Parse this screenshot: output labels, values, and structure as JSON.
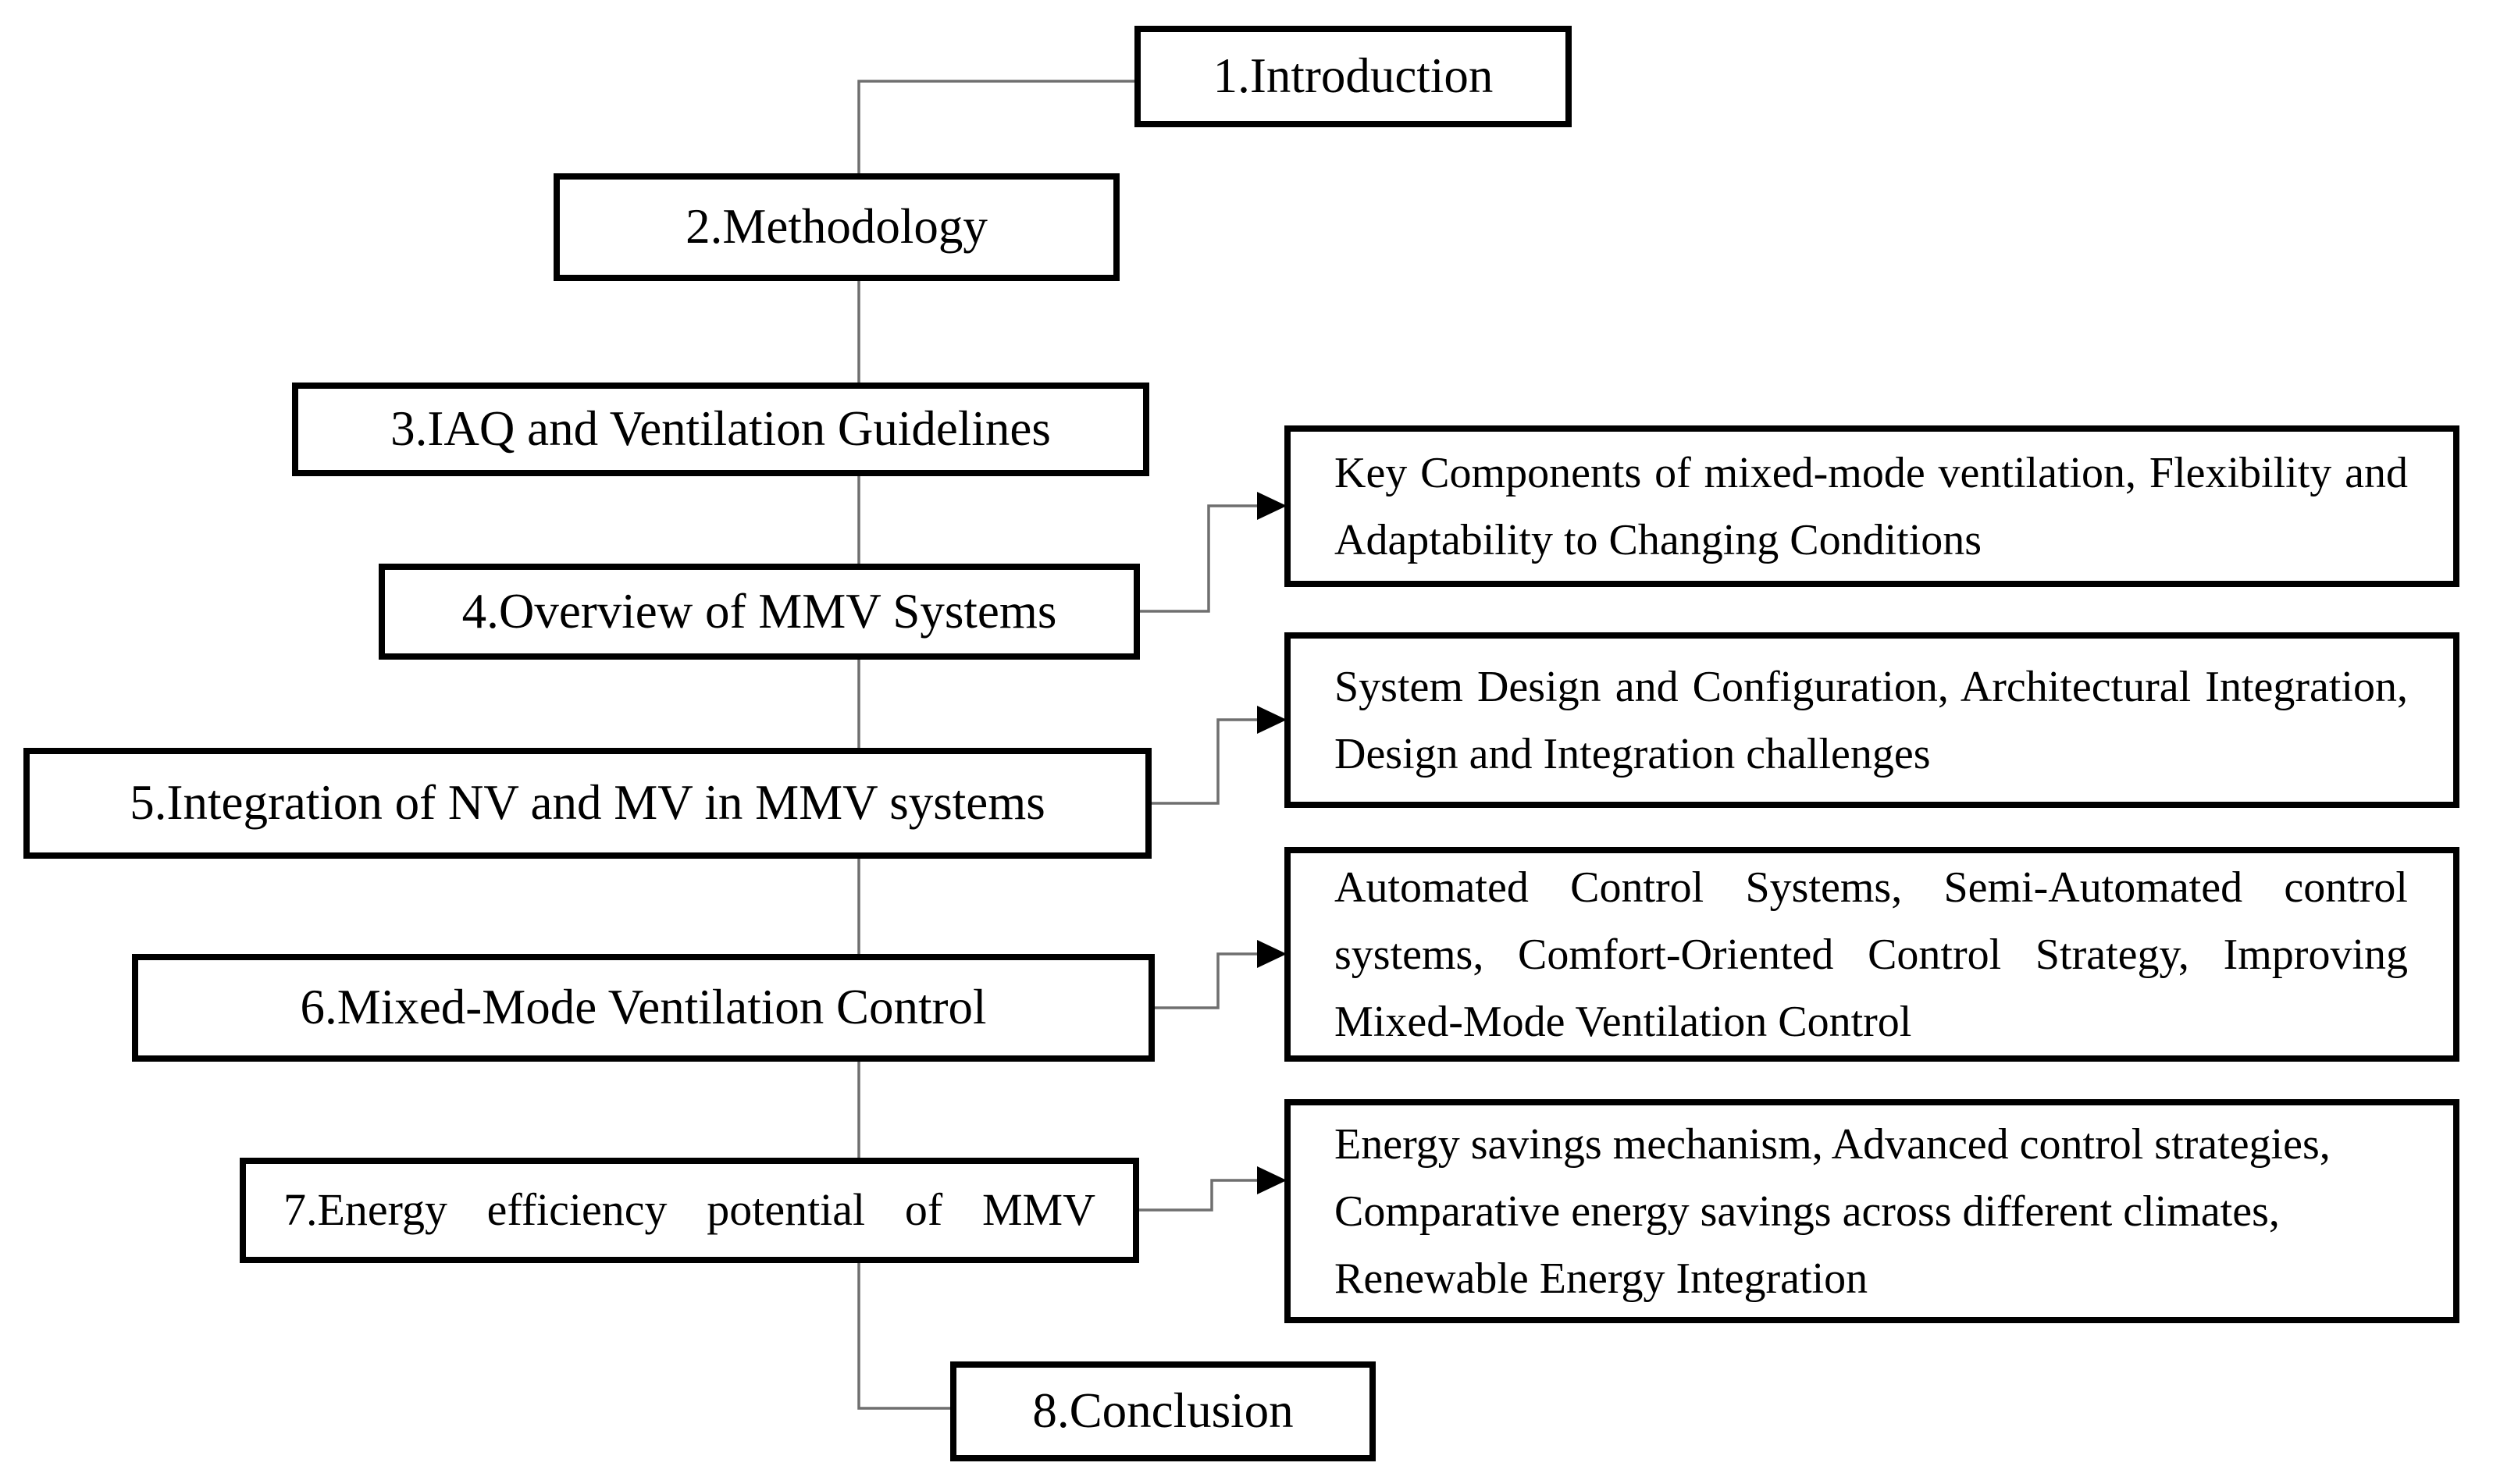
{
  "figure": {
    "title": "Paper structure flowchart: mixed-mode ventilation review",
    "background": "#ffffff",
    "box_border_color": "#000000",
    "connector_color": "#6f6f6f",
    "arrow_color": "#000000",
    "text_color": "#000000"
  },
  "flow_boxes": [
    {
      "label": "1.Introduction"
    },
    {
      "label": "2.Methodology"
    },
    {
      "label": "3.IAQ and Ventilation Guidelines"
    },
    {
      "label": "4.Overview of MMV Systems"
    },
    {
      "label": "5.Integration of NV and MV in MMV systems"
    },
    {
      "label": "6.Mixed-Mode Ventilation Control"
    },
    {
      "label": "7.Energy efficiency potential of MMV"
    },
    {
      "label": "8.Conclusion"
    }
  ],
  "detail_boxes": [
    {
      "lines": [
        "Key Components of mixed-mode ventilation, Flexibility and",
        "Adaptability to Changing Conditions"
      ]
    },
    {
      "lines": [
        "System Design and Configuration, Architectural Integration,",
        "Design and Integration challenges"
      ]
    },
    {
      "lines": [
        "Automated Control Systems, Semi-Automated control",
        "systems, Comfort-Oriented Control Strategy, Improving",
        "Mixed-Mode Ventilation Control"
      ]
    },
    {
      "lines": [
        "Energy savings mechanism, Advanced control strategies,",
        "Comparative energy savings across different climates,",
        "Renewable Energy Integration"
      ]
    }
  ]
}
